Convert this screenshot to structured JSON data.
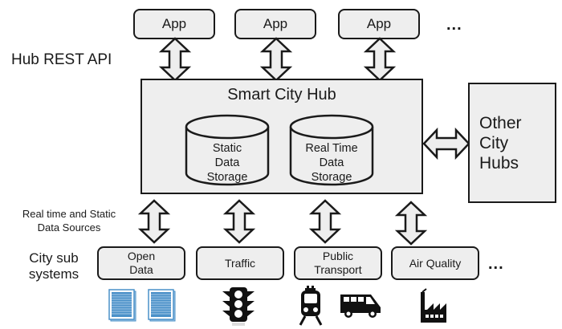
{
  "diagram": {
    "apps": [
      "App",
      "App",
      "App"
    ],
    "apps_more": "...",
    "hub_api_label": "Hub REST API",
    "hub": {
      "title": "Smart City Hub",
      "storages": [
        {
          "lines": [
            "Static",
            "Data",
            "Storage"
          ]
        },
        {
          "lines": [
            "Real Time",
            "Data",
            "Storage"
          ]
        }
      ]
    },
    "other_hubs": {
      "lines": [
        "Other",
        "City",
        "Hubs"
      ]
    },
    "sources_label": {
      "lines": [
        "Real time and Static",
        "Data Sources"
      ]
    },
    "subsystems_label": {
      "lines": [
        "City sub",
        "systems"
      ]
    },
    "subsystems": [
      {
        "lines": [
          "Open",
          "Data"
        ],
        "icons": [
          "document-icon",
          "document-icon"
        ]
      },
      {
        "lines": [
          "Traffic"
        ],
        "icons": [
          "traffic-light-icon"
        ]
      },
      {
        "lines": [
          "Public",
          "Transport"
        ],
        "icons": [
          "train-icon",
          "bus-icon"
        ]
      },
      {
        "lines": [
          "Air Quality"
        ],
        "icons": [
          "factory-icon"
        ]
      }
    ],
    "subsystems_more": "...",
    "colors": {
      "box_fill": "#eeeeee",
      "stroke": "#1a1a1a",
      "doc_blue": "#4a90c8"
    }
  }
}
